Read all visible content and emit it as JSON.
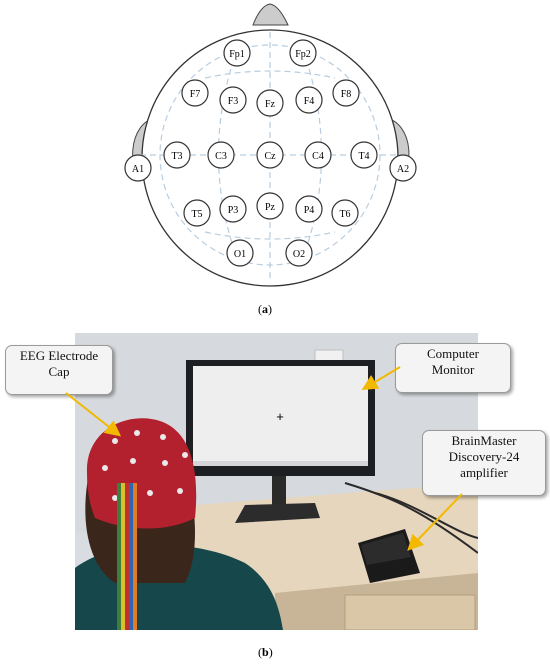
{
  "diagram": {
    "electrodes": {
      "Fp1": "Fp1",
      "Fp2": "Fp2",
      "F7": "F7",
      "F3": "F3",
      "Fz": "Fz",
      "F4": "F4",
      "F8": "F8",
      "A1": "A1",
      "T3": "T3",
      "C3": "C3",
      "Cz": "Cz",
      "C4": "C4",
      "T4": "T4",
      "A2": "A2",
      "T5": "T5",
      "P3": "P3",
      "Pz": "Pz",
      "P4": "P4",
      "T6": "T6",
      "O1": "O1",
      "O2": "O2"
    },
    "panel_a_label": "a",
    "panel_b_label": "b"
  },
  "photo": {
    "callouts": {
      "cap_line1": "EEG Electrode",
      "cap_line2": "Cap",
      "monitor_line1": "Computer",
      "monitor_line2": "Monitor",
      "amp_line1": "BrainMaster",
      "amp_line2": "Discovery-24",
      "amp_line3": "amplifier"
    },
    "screen_symbol": "+"
  },
  "colors": {
    "guide_lines": "#b8cde0",
    "ear": "#cccccc",
    "arrow": "#f2b900",
    "cap": "#b3202e"
  }
}
